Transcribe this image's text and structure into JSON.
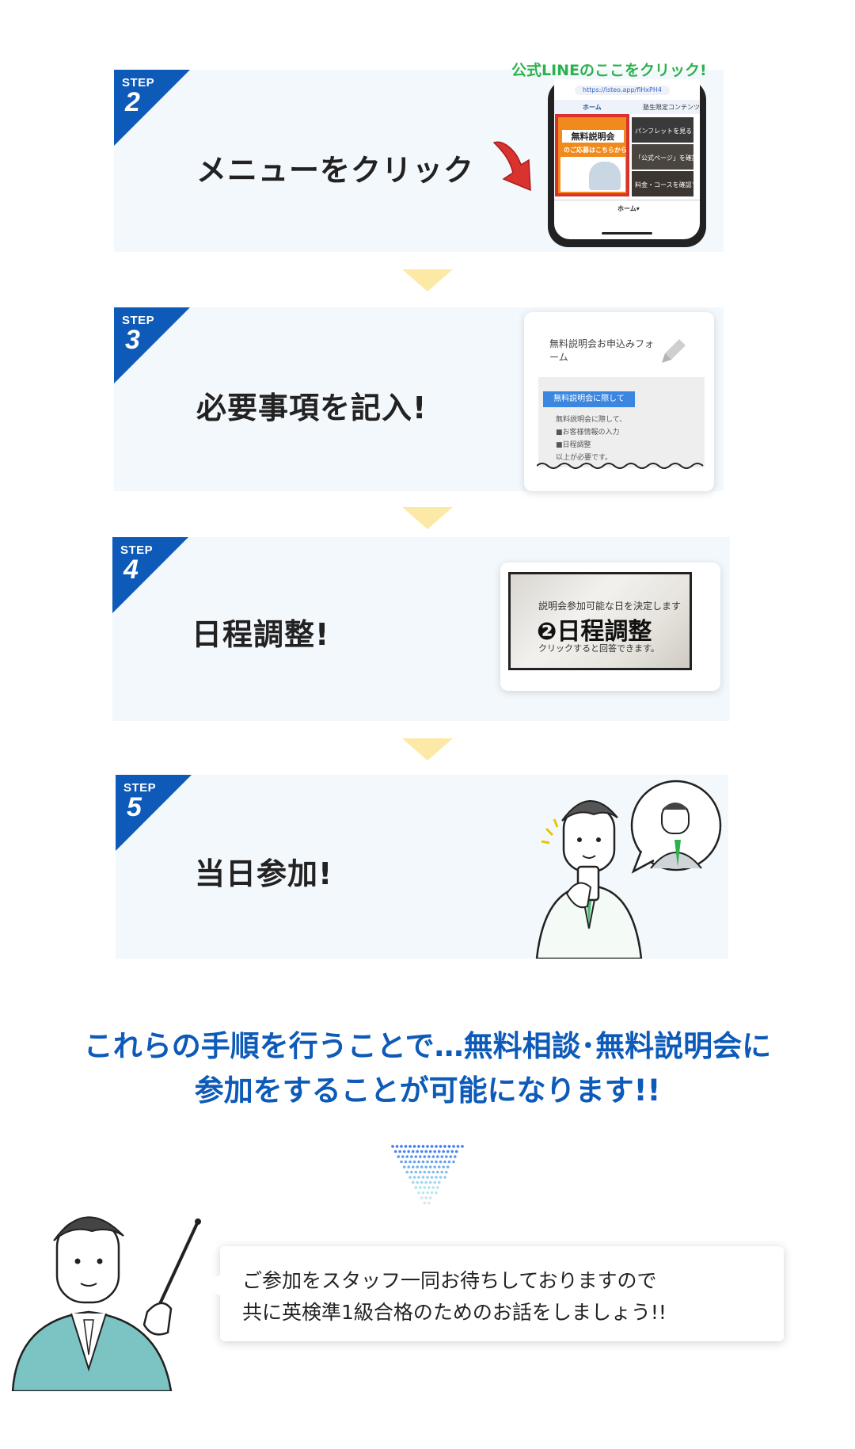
{
  "steps": [
    {
      "word": "STEP",
      "num": "2",
      "title": "メニューをクリック"
    },
    {
      "word": "STEP",
      "num": "3",
      "title": "必要事項を記入!"
    },
    {
      "word": "STEP",
      "num": "4",
      "title": "日程調整!"
    },
    {
      "word": "STEP",
      "num": "5",
      "title": "当日参加!"
    }
  ],
  "step2_mock": {
    "callout": "公式LINEのここをクリック!",
    "url": "https://lsteo.app/flHxPH4",
    "tab_home": "ホーム",
    "tab_members": "塾生限定コンテンツ",
    "banner_title": "無料説明会",
    "banner_sub": "のご応募はこちらから!",
    "menu_item_1": "パンフレットを見る",
    "menu_item_2": "「公式ページ」を確認する",
    "menu_item_3": "料金・コースを確認する",
    "bottom_label": "ホーム▾"
  },
  "step3_form": {
    "title": "無料説明会お申込みフォーム",
    "button": "無料説明会に際して",
    "lines": [
      "無料説明会に際して、",
      "■お客様情報の入力",
      "■日程調整",
      "以上が必要です。"
    ]
  },
  "step4_schedule": {
    "sub": "説明会参加可能な日を決定します",
    "big": "❷日程調整",
    "note": "クリックすると回答できます。"
  },
  "message": {
    "line1": "これらの手順を行うことで…無料相談･無料説明会に",
    "line2": "参加をすることが可能になります!!"
  },
  "speech": {
    "line1": "ご参加をスタッフ一同お待ちしておりますので",
    "line2": "共に英検準1級合格のためのお話をしましょう!!"
  },
  "colors": {
    "brand_blue": "#0d5ab8",
    "step_bg": "#f3f8fd",
    "arrow_yellow": "#fde9a6",
    "callout_green": "#2bb24c",
    "highlight_red": "#d9322f"
  }
}
